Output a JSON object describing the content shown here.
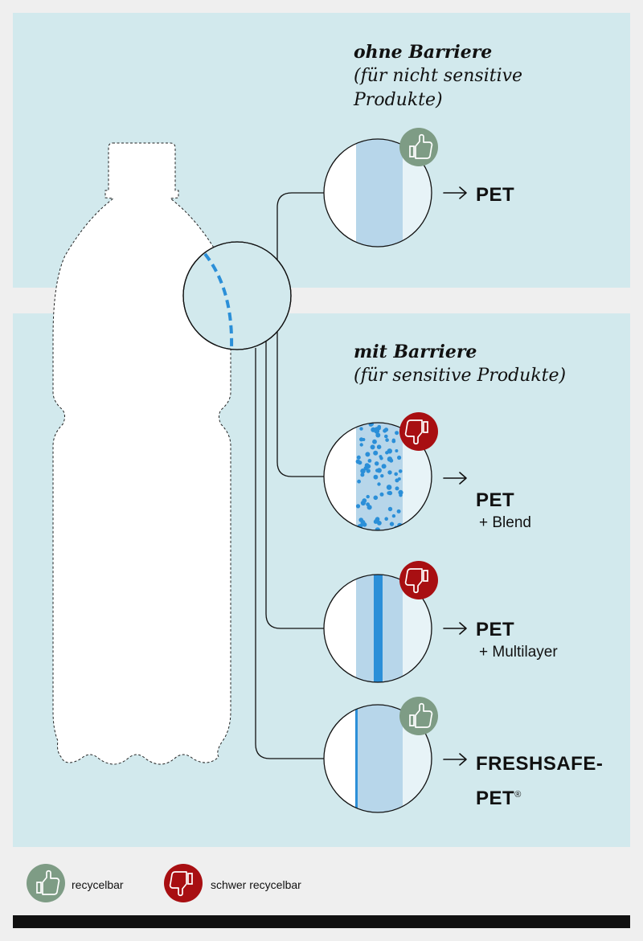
{
  "sections": {
    "without_barrier": {
      "title": "ohne Barriere",
      "subtitle": "(für nicht sensitive Produkte)"
    },
    "with_barrier": {
      "title": "mit Barriere",
      "subtitle": "(für sensitive Produkte)"
    }
  },
  "options": [
    {
      "id": "pet",
      "label": "PET",
      "sublabel": "",
      "rating": "thumbs-up"
    },
    {
      "id": "pet-blend",
      "label": "PET",
      "sublabel": "+ Blend",
      "rating": "thumbs-down"
    },
    {
      "id": "pet-multilayer",
      "label": "PET",
      "sublabel": "+ Multilayer",
      "rating": "thumbs-down"
    },
    {
      "id": "freshsafe",
      "label": "FRESHSAFE-",
      "label_line2": "PET",
      "reg_mark": "®",
      "rating": "thumbs-up"
    }
  ],
  "legend": {
    "recyclable": "recycelbar",
    "hard_recyclable": "schwer recycelbar"
  },
  "colors": {
    "panel": "#d2e9ed",
    "background": "#efefef",
    "layer": "#b7d6ea",
    "accent_blue": "#2b8fd8",
    "badge_green": "#7e9c85",
    "badge_red": "#a80f12"
  },
  "icons": {
    "recyclable": "thumbs-up-icon",
    "hard_recyclable": "thumbs-down-icon",
    "arrow": "arrow-right-icon"
  }
}
